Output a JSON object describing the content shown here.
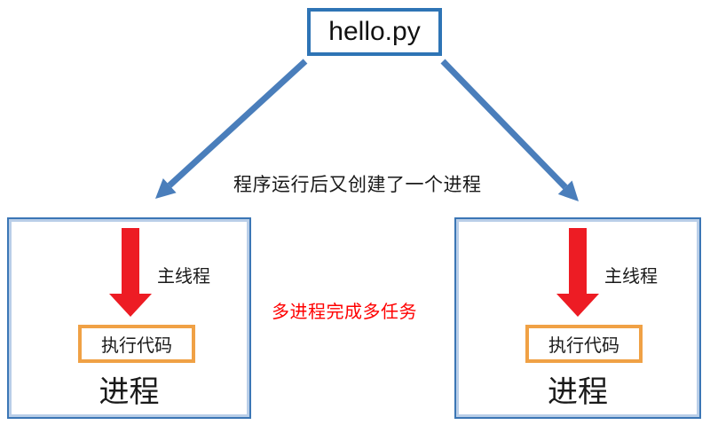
{
  "diagram": {
    "title_box": {
      "label": "hello.py"
    },
    "annotation": {
      "text": "程序运行后又创建了一个进程"
    },
    "center_note": {
      "text": "多进程完成多任务"
    },
    "processes": [
      {
        "thread_label": "主线程",
        "code_label": "执行代码",
        "name_label": "进程"
      },
      {
        "thread_label": "主线程",
        "code_label": "执行代码",
        "name_label": "进程"
      }
    ],
    "colors": {
      "box_border_blue": "#2E74B5",
      "box_border_inner_light": "#B9CEE8",
      "connector_arrow_blue": "#4A7EBB",
      "thread_arrow_red": "#ED1C24",
      "code_box_orange": "#F0A145",
      "note_red": "#FF0000",
      "text_black": "#1a1a1a"
    }
  }
}
